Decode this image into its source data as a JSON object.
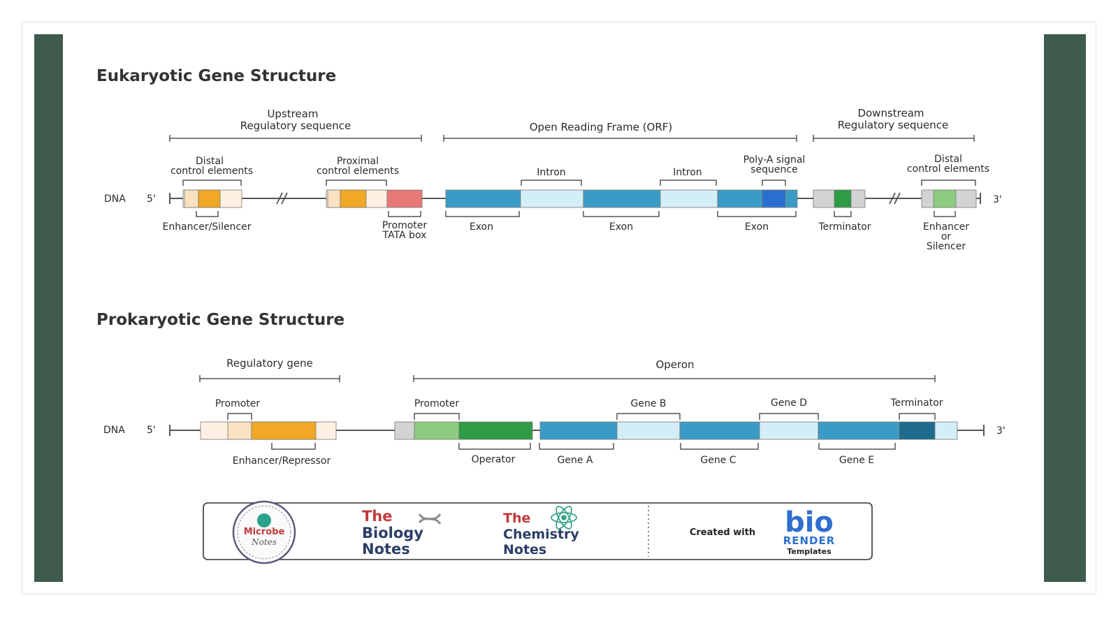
{
  "colors": {
    "side_bar": "#3f5b4d",
    "orange": "#f0a825",
    "light_orange": "#f8e2c0",
    "cream": "#fdf0e2",
    "red": "#e87878",
    "blue": "#3a9cc6",
    "light_blue": "#d4eef7",
    "dark_blue": "#2a6fd0",
    "navy": "#1d6a8e",
    "grey": "#d3d3d3",
    "green": "#2e9b45",
    "light_green": "#8ccc80",
    "line": "#555555"
  },
  "eukaryotic": {
    "title": "Eukaryotic Gene Structure",
    "upstream_line1": "Upstream",
    "upstream_line2": "Regulatory sequence",
    "orf": "Open Reading Frame (ORF)",
    "downstream_line1": "Downstream",
    "downstream_line2": "Regulatory sequence",
    "distal_line1": "Distal",
    "distal_line2": "control elements",
    "proximal_line1": "Proximal",
    "proximal_line2": "control elements",
    "intron1": "Intron",
    "intron2": "Intron",
    "polya_line1": "Poly-A signal",
    "polya_line2": "sequence",
    "distal2_line1": "Distal",
    "distal2_line2": "control elements",
    "dna": "DNA",
    "five_prime": "5'",
    "three_prime": "3'",
    "break_mark": "//",
    "enhancer_silencer": "Enhancer/Silencer",
    "promoter_line1": "Promoter",
    "promoter_line2": "TATA box",
    "exon1": "Exon",
    "exon2": "Exon",
    "exon3": "Exon",
    "terminator": "Terminator",
    "enh2_line1": "Enhancer",
    "enh2_line2": "or",
    "enh2_line3": "Silencer"
  },
  "prokaryotic": {
    "title": "Prokaryotic Gene Structure",
    "regulatory_gene": "Regulatory gene",
    "operon": "Operon",
    "promoter_reg": "Promoter",
    "promoter_op": "Promoter",
    "gene_b": "Gene B",
    "gene_d": "Gene D",
    "terminator": "Terminator",
    "dna": "DNA",
    "five_prime": "5'",
    "three_prime": "3'",
    "enhancer_repressor": "Enhancer/Repressor",
    "operator": "Operator",
    "gene_a": "Gene A",
    "gene_c": "Gene C",
    "gene_e": "Gene E"
  },
  "footer": {
    "microbe": "Microbe",
    "microbe_notes": "Notes",
    "bio_the": "The",
    "bio_biology": "Biology",
    "bio_notes": "Notes",
    "chem_the": "The",
    "chem_chemistry": "Chemistry",
    "chem_notes": "Notes",
    "created_with": "Created with",
    "bio_logo": "bio",
    "render": "RENDER",
    "templates": "Templates"
  }
}
